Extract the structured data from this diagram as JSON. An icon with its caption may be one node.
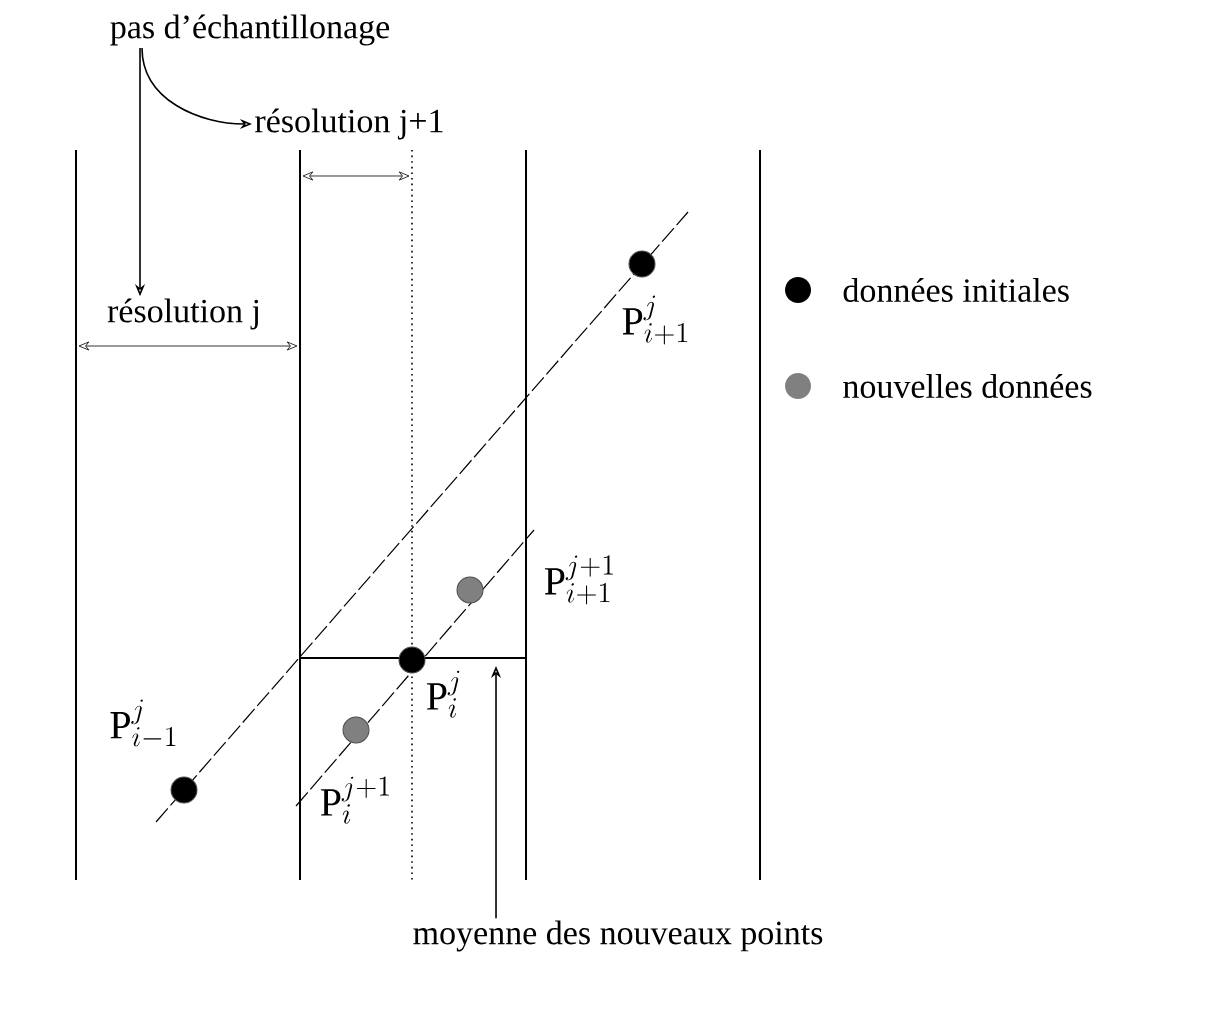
{
  "diagram": {
    "nodes": [
      {
        "text": [
          "pas d’échantillonage"
        ]
      },
      {
        "text": [
          "résolution j+1"
        ]
      },
      {
        "text": [
          "résolution j"
        ]
      },
      {
        "text": [
          "moyenne des nouveaux points"
        ]
      },
      {
        "text": [],
        "shape": "circle",
        "beside": [
          "\\mathrm{P}^{j}_{i-1}"
        ]
      },
      {
        "text": [],
        "shape": "circle",
        "beside": [
          "\\mathrm{P}^{j}_{i}"
        ]
      },
      {
        "text": [],
        "shape": "circle",
        "beside": [
          "\\mathrm{P}^{j}_{i+1}"
        ]
      },
      {
        "text": [],
        "shape": "circle",
        "beside": [
          "\\mathrm{P}^{j+1}_{i}"
        ]
      },
      {
        "text": [],
        "shape": "circle",
        "beside": [
          "\\mathrm{P}^{j+1}_{i+1}"
        ]
      }
    ],
    "edges": [
      {
        "from": 0,
        "to": 1,
        "arrow": "to"
      },
      {
        "from": 0,
        "to": 2,
        "arrow": "to"
      },
      {
        "from": 3,
        "to": null,
        "arrow": "to"
      }
    ],
    "legend": [
      {
        "text": "données initiales",
        "color": "#000000"
      },
      {
        "text": "nouvelles données",
        "color": "#808080"
      }
    ]
  }
}
